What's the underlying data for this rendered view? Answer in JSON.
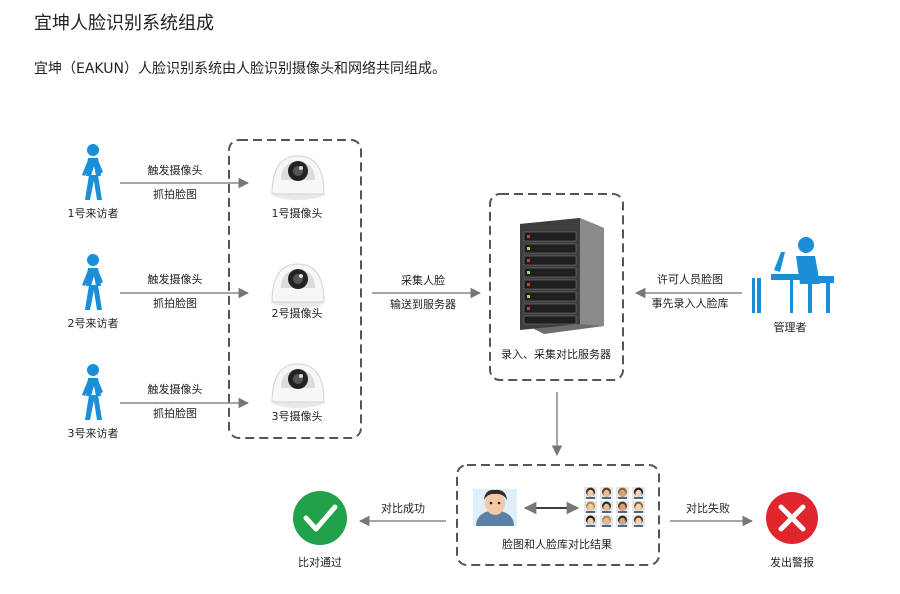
{
  "title": "宜坤人脸识别系统组成",
  "intro": "宜坤（EAKUN）人脸识别系统由人脸识别摄像头和网络共同组成。",
  "visitors": [
    {
      "label": "1号来访者",
      "action_top": "触发摄像头",
      "action_bottom": "抓拍脸图",
      "camera": "1号摄像头"
    },
    {
      "label": "2号来访者",
      "action_top": "触发摄像头",
      "action_bottom": "抓拍脸图",
      "camera": "2号摄像头"
    },
    {
      "label": "3号来访者",
      "action_top": "触发摄像头",
      "action_bottom": "抓拍脸图",
      "camera": "3号摄像头"
    }
  ],
  "camera_to_server": {
    "top": "采集人脸",
    "bottom": "输送到服务器"
  },
  "server": {
    "label": "录入、采集对比服务器"
  },
  "admin": {
    "label": "管理者",
    "action_top": "许可人员脸图",
    "action_bottom": "事先录入人脸库"
  },
  "compare": {
    "label": "脸图和人脸库对比结果"
  },
  "success": {
    "arrow_label": "对比成功",
    "label": "比对通过",
    "color": "#21a24a"
  },
  "failure": {
    "arrow_label": "对比失败",
    "label": "发出警报",
    "color": "#e0262d"
  },
  "accent_color": "#1a8fd8"
}
